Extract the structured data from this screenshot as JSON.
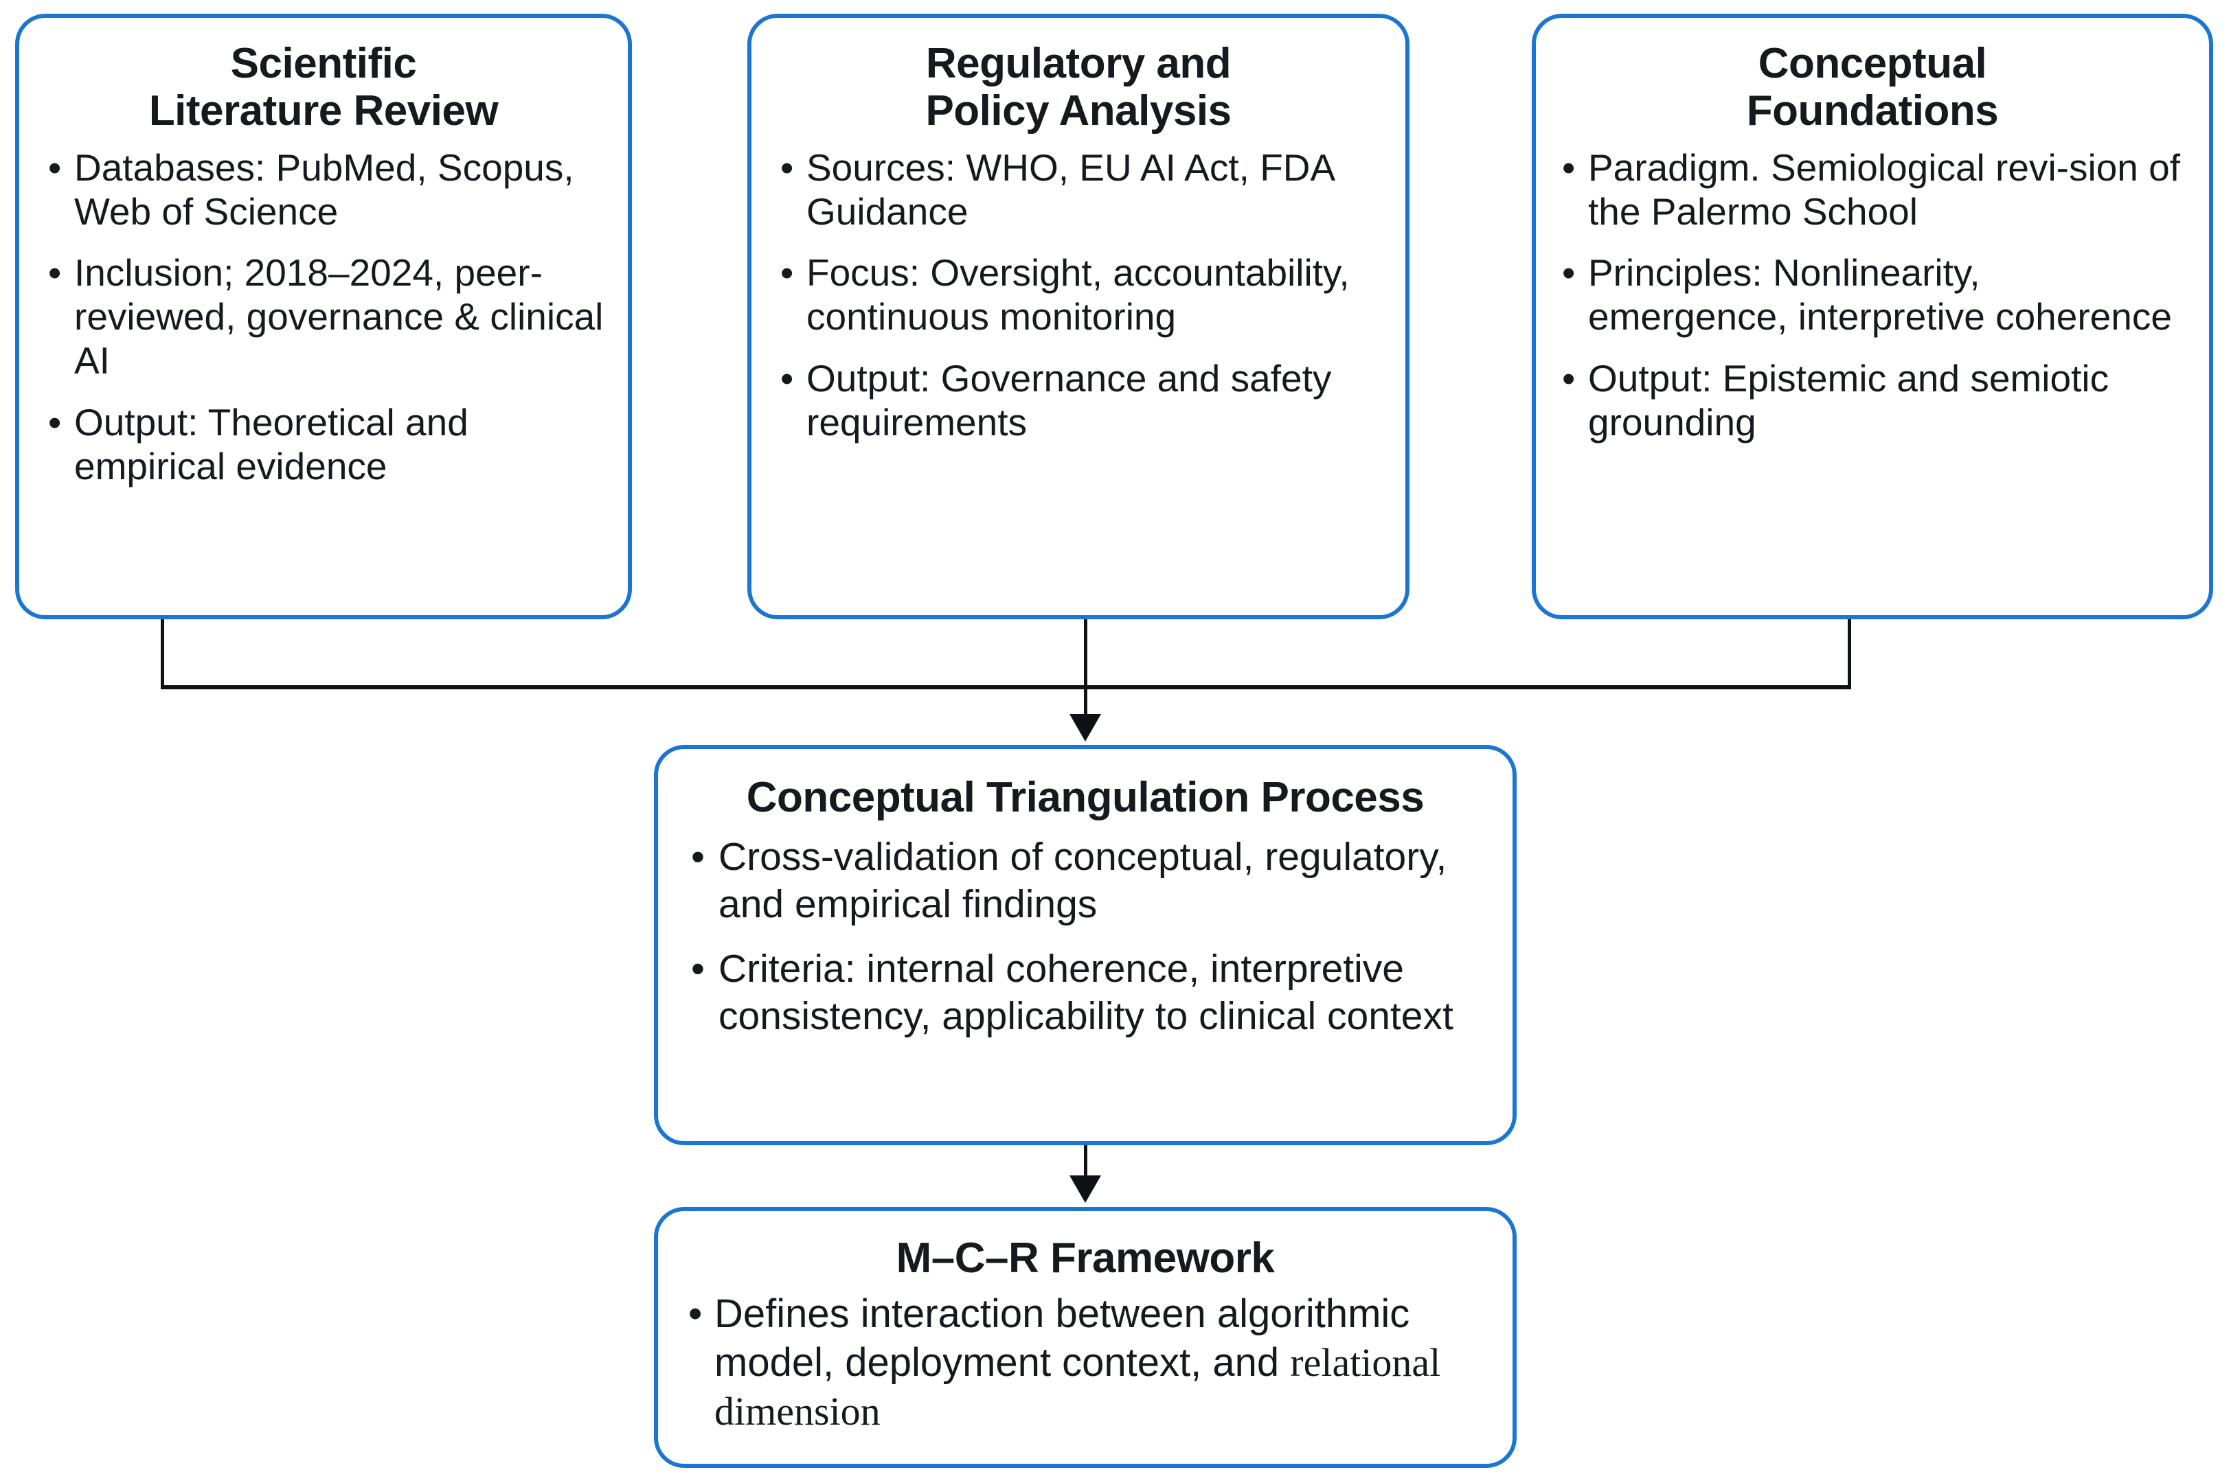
{
  "diagram": {
    "title": "Methodological flow diagram for the M-C-R Framework",
    "accent_color": "#1a76d2",
    "text_color": "#16191d",
    "connector_color": "#0e1116",
    "background": "#ffffff",
    "bullet_glyph": "•"
  },
  "nodes": {
    "literature_review": {
      "title_line1": "Scientific",
      "title_line2": "Literature Review",
      "bullets": [
        "Databases: PubMed, Scopus, Web of Science",
        "Inclusion; 2018–2024, peer-reviewed, governance & clinical AI",
        "Output: Theoretical and empirical evidence"
      ]
    },
    "policy_analysis": {
      "title_line1": "Regulatory and",
      "title_line2": "Policy Analysis",
      "bullets": [
        "Sources: WHO, EU AI Act, FDA Guidance",
        "Focus: Oversight, accountability,  continuous monitoring",
        "Output: Governance and safety requirements"
      ]
    },
    "conceptual_foundations": {
      "title_line1": "Conceptual",
      "title_line2": "Foundations",
      "bullets": [
        "Paradigm. Semiological revi-sion of the Palermo School",
        "Principles: Nonlinearity, emergence, interpretive coherence",
        "Output: Epistemic and semiotic grounding"
      ]
    },
    "triangulation": {
      "title": "Conceptual Triangulation Process",
      "bullets": [
        "Cross-validation of conceptual, regulatory, and empirical findings",
        "Criteria: internal coherence, interpretive consistency, applicability to clinical context"
      ]
    },
    "framework": {
      "title": "M–C–R Framework",
      "bullet_part1": "Defines interaction between algorithmic model, deployment context, and ",
      "bullet_part2": "relational dimension"
    }
  }
}
